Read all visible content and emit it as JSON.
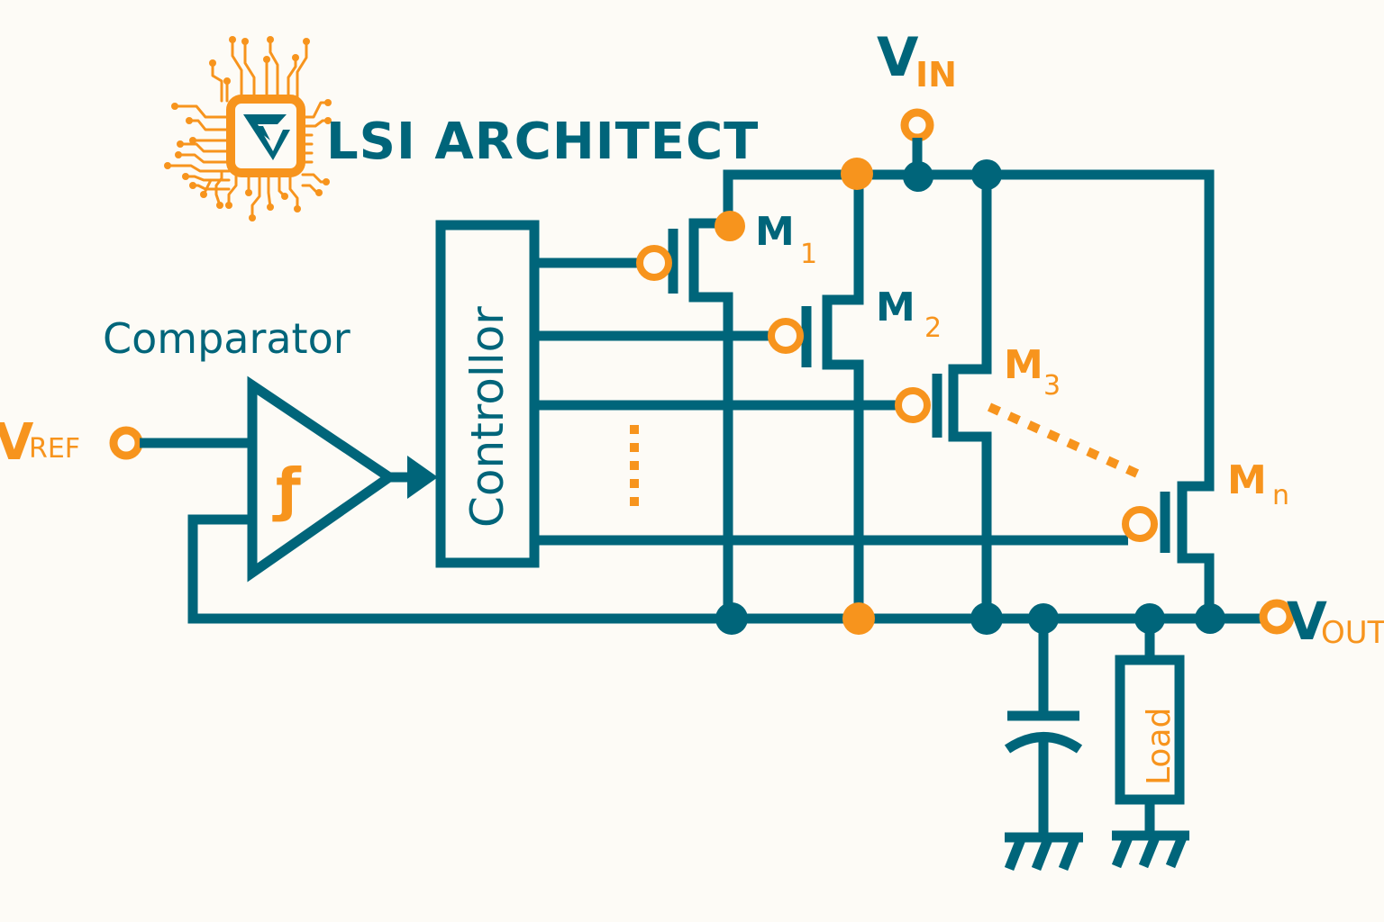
{
  "brand": {
    "name": "LSI ARCHITECT",
    "logo_letter": "V",
    "logo_icon": "chip-icon"
  },
  "colors": {
    "teal": "#00657a",
    "orange": "#f7941d",
    "background": "#fdfbf6"
  },
  "labels": {
    "vin_main": "V",
    "vin_sub": "IN",
    "vref_main": "V",
    "vref_sub": "REF",
    "vout_main": "V",
    "vout_sub": "OUT",
    "comparator": "Comparator",
    "comparator_symbol": "ƒ",
    "controller": "Controllor",
    "load": "Load",
    "transistors": [
      {
        "main": "M",
        "sub": "1"
      },
      {
        "main": "M",
        "sub": "2"
      },
      {
        "main": "M",
        "sub": "3"
      },
      {
        "main": "M",
        "sub": "n"
      }
    ]
  }
}
